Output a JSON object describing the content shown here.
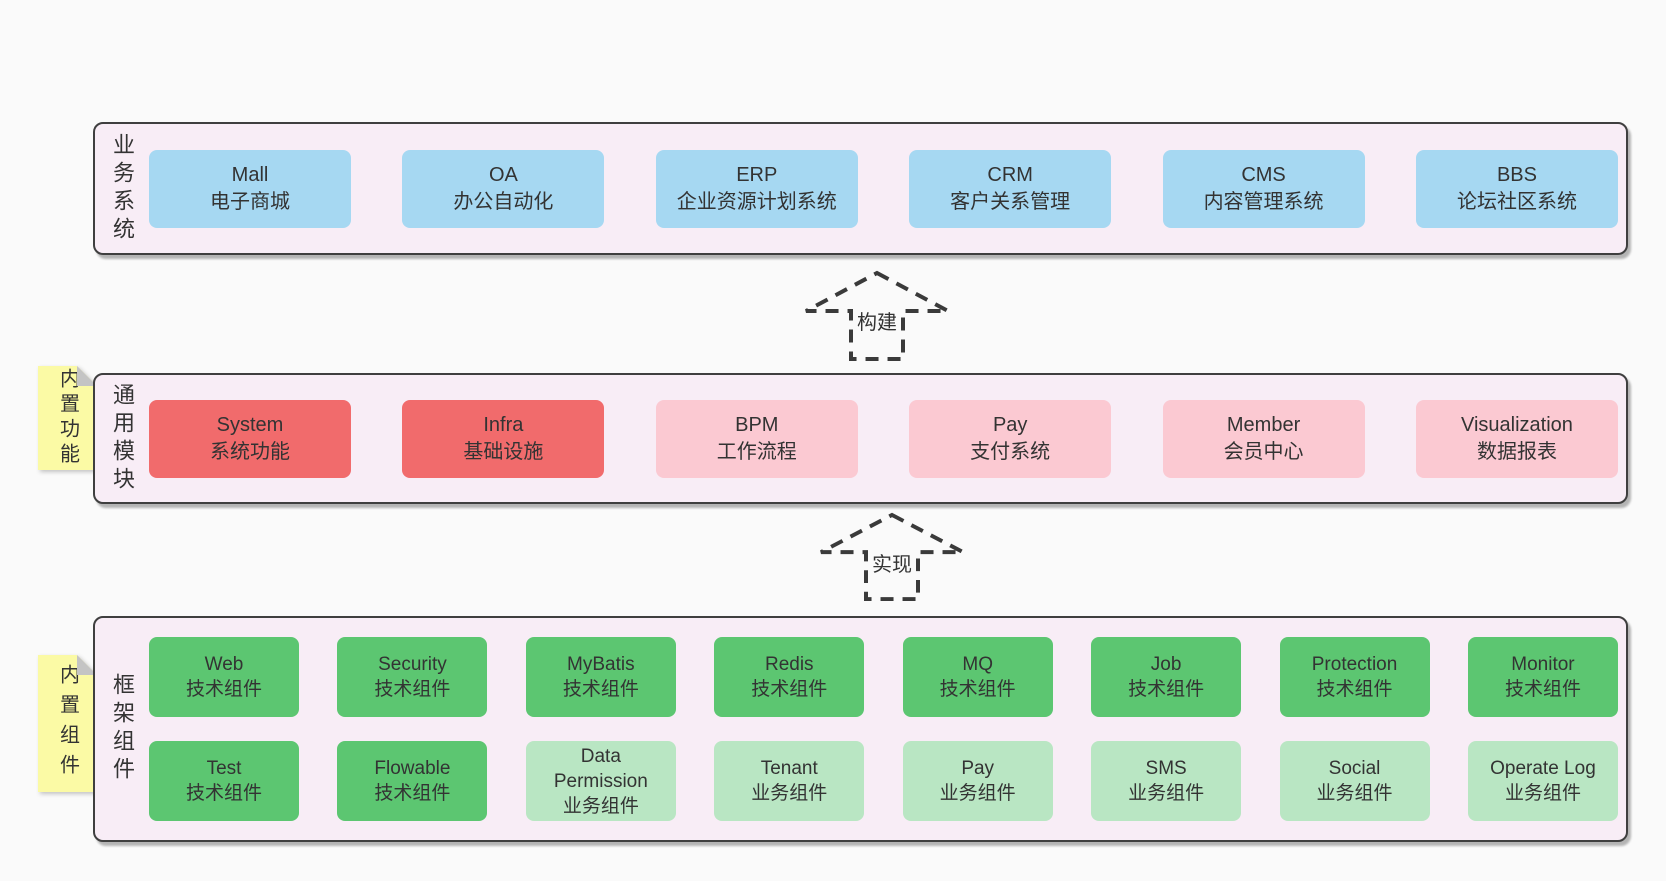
{
  "colors": {
    "page_bg": "#fafafa",
    "panel_bg": "#f8edf6",
    "panel_border": "#3f3f3f",
    "business_box": "#a6d8f2",
    "core_box": "#f16b6c",
    "optional_box": "#fbc9d2",
    "tech_box": "#5cc671",
    "biz_box": "#b9e6c3",
    "sticky_bg": "#fbfaa5",
    "sticky_fold": "#c4c4c4",
    "text": "#333333",
    "arrow": "#3a3a3a"
  },
  "diagram": {
    "layers": [
      {
        "key": "business-systems",
        "side_label": "业务系统",
        "sticky": null,
        "rows": [
          [
            {
              "name": "Mall",
              "desc": "电子商城",
              "color": "blue"
            },
            {
              "name": "OA",
              "desc": "办公自动化",
              "color": "blue"
            },
            {
              "name": "ERP",
              "desc": "企业资源计划系统",
              "color": "blue"
            },
            {
              "name": "CRM",
              "desc": "客户关系管理",
              "color": "blue"
            },
            {
              "name": "CMS",
              "desc": "内容管理系统",
              "color": "blue"
            },
            {
              "name": "BBS",
              "desc": "论坛社区系统",
              "color": "blue"
            }
          ]
        ]
      },
      {
        "key": "common-modules",
        "side_label": "通用模块",
        "sticky": "内置功能",
        "rows": [
          [
            {
              "name": "System",
              "desc": "系统功能",
              "color": "red"
            },
            {
              "name": "Infra",
              "desc": "基础设施",
              "color": "red"
            },
            {
              "name": "BPM",
              "desc": "工作流程",
              "color": "pink"
            },
            {
              "name": "Pay",
              "desc": "支付系统",
              "color": "pink"
            },
            {
              "name": "Member",
              "desc": "会员中心",
              "color": "pink"
            },
            {
              "name": "Visualization",
              "desc": "数据报表",
              "color": "pink"
            }
          ]
        ]
      },
      {
        "key": "framework-components",
        "side_label": "框架组件",
        "sticky": "内置组件",
        "rows": [
          [
            {
              "name": "Web",
              "desc": "技术组件",
              "color": "green"
            },
            {
              "name": "Security",
              "desc": "技术组件",
              "color": "green"
            },
            {
              "name": "MyBatis",
              "desc": "技术组件",
              "color": "green"
            },
            {
              "name": "Redis",
              "desc": "技术组件",
              "color": "green"
            },
            {
              "name": "MQ",
              "desc": "技术组件",
              "color": "green"
            },
            {
              "name": "Job",
              "desc": "技术组件",
              "color": "green"
            },
            {
              "name": "Protection",
              "desc": "技术组件",
              "color": "green"
            },
            {
              "name": "Monitor",
              "desc": "技术组件",
              "color": "green"
            }
          ],
          [
            {
              "name": "Test",
              "desc": "技术组件",
              "color": "green"
            },
            {
              "name": "Flowable",
              "desc": "技术组件",
              "color": "green"
            },
            {
              "name": "Data Permission",
              "desc": "业务组件",
              "color": "green-light"
            },
            {
              "name": "Tenant",
              "desc": "业务组件",
              "color": "green-light"
            },
            {
              "name": "Pay",
              "desc": "业务组件",
              "color": "green-light"
            },
            {
              "name": "SMS",
              "desc": "业务组件",
              "color": "green-light"
            },
            {
              "name": "Social",
              "desc": "业务组件",
              "color": "green-light"
            },
            {
              "name": "Operate Log",
              "desc": "业务组件",
              "color": "green-light"
            }
          ]
        ]
      }
    ],
    "arrows": [
      {
        "label": "构建"
      },
      {
        "label": "实现"
      }
    ]
  }
}
